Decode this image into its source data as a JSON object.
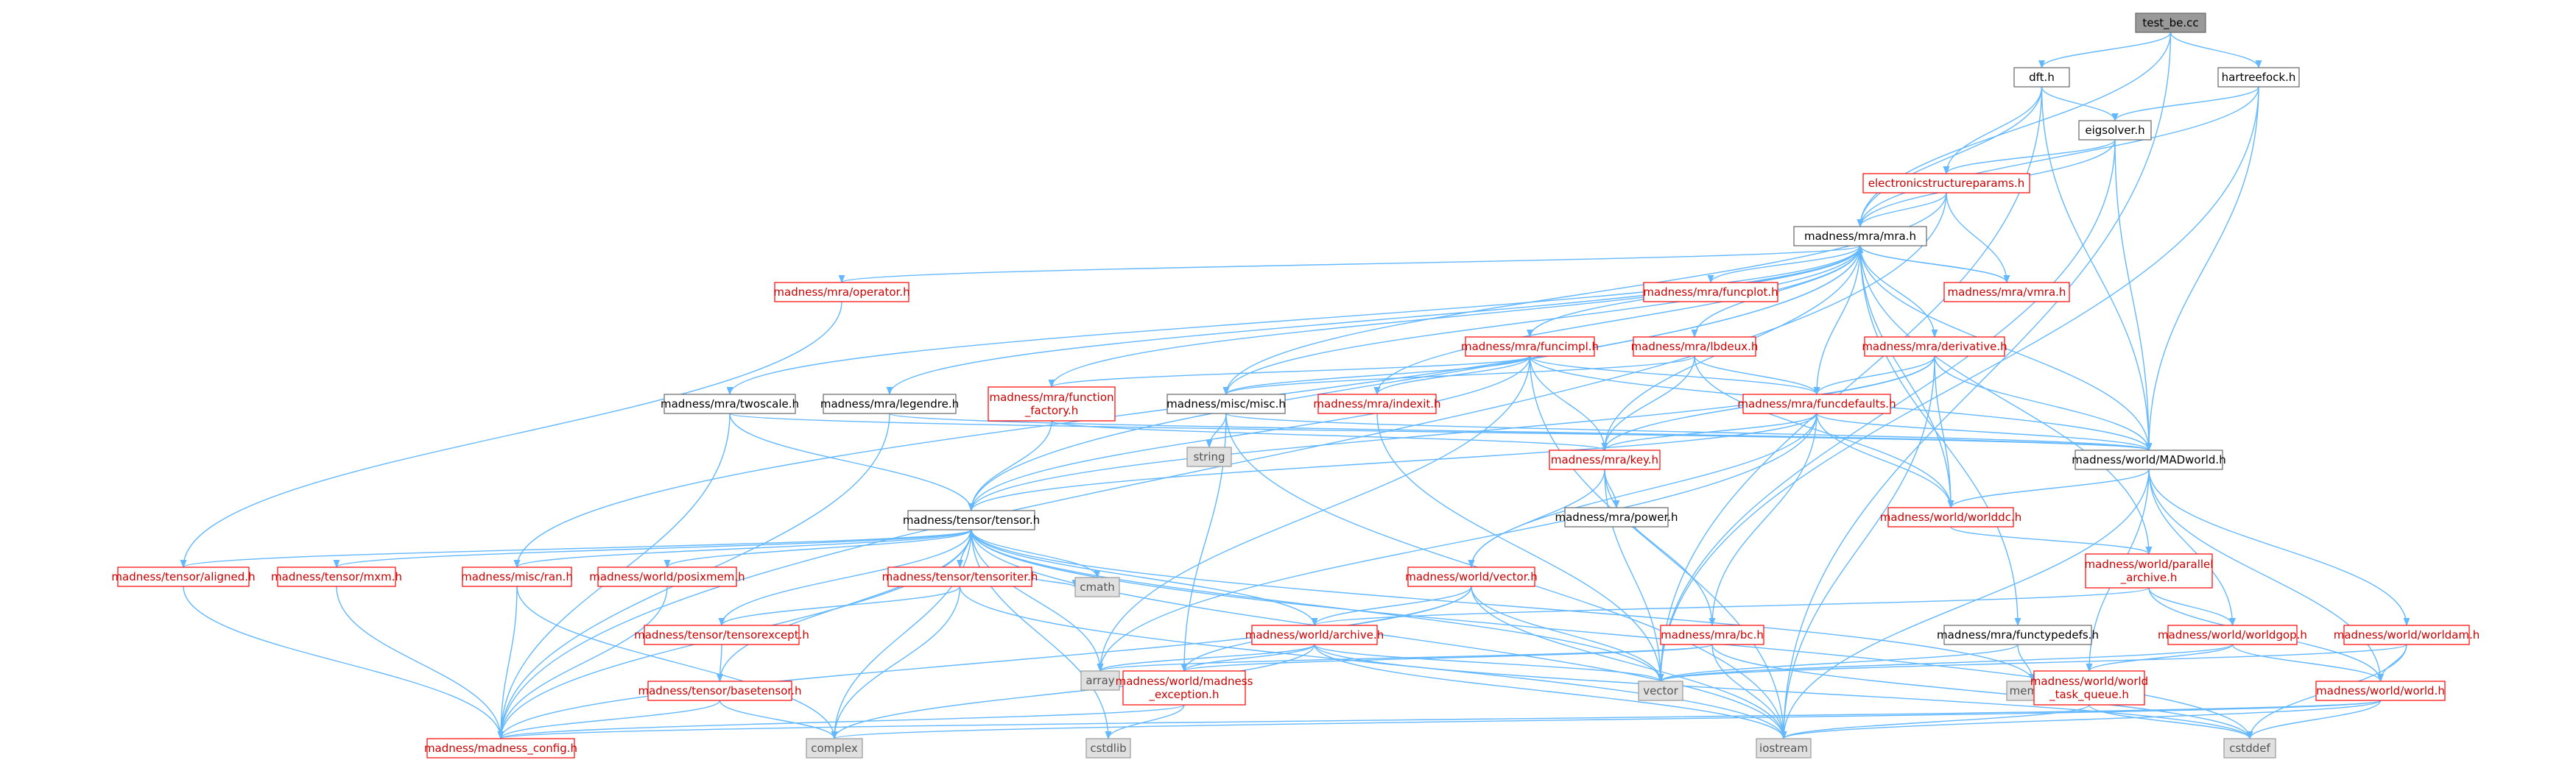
{
  "colors": {
    "edge": "#63b8ff",
    "root_fill": "#999999",
    "root_text": "#000000",
    "doc_fill": "#ffffff",
    "doc_stroke": "#666666",
    "doc_text": "#000000",
    "trunc_fill": "#ffffff",
    "trunc_stroke": "#ff0000",
    "trunc_text": "#cc0000",
    "sys_fill": "#e0e0e0",
    "sys_stroke": "#999999",
    "sys_text": "#555555"
  },
  "nodes": [
    {
      "id": "test_be",
      "lines": [
        "test_be.cc"
      ],
      "kind": "root"
    },
    {
      "id": "dft",
      "lines": [
        "dft.h"
      ],
      "kind": "doc"
    },
    {
      "id": "hartreefock",
      "lines": [
        "hartreefock.h"
      ],
      "kind": "doc"
    },
    {
      "id": "eigsolver",
      "lines": [
        "eigsolver.h"
      ],
      "kind": "doc"
    },
    {
      "id": "ecp",
      "lines": [
        "electronicstructureparams.h"
      ],
      "kind": "trunc"
    },
    {
      "id": "mra",
      "lines": [
        "madness/mra/mra.h"
      ],
      "kind": "doc"
    },
    {
      "id": "operator",
      "lines": [
        "madness/mra/operator.h"
      ],
      "kind": "trunc"
    },
    {
      "id": "funcplot",
      "lines": [
        "madness/mra/funcplot.h"
      ],
      "kind": "trunc"
    },
    {
      "id": "vmra",
      "lines": [
        "madness/mra/vmra.h"
      ],
      "kind": "trunc"
    },
    {
      "id": "funcimpl",
      "lines": [
        "madness/mra/funcimpl.h"
      ],
      "kind": "trunc"
    },
    {
      "id": "lbdeux",
      "lines": [
        "madness/mra/lbdeux.h"
      ],
      "kind": "trunc"
    },
    {
      "id": "derivative",
      "lines": [
        "madness/mra/derivative.h"
      ],
      "kind": "trunc"
    },
    {
      "id": "twoscale",
      "lines": [
        "madness/mra/twoscale.h"
      ],
      "kind": "doc"
    },
    {
      "id": "legendre",
      "lines": [
        "madness/mra/legendre.h"
      ],
      "kind": "doc"
    },
    {
      "id": "funcfactory",
      "lines": [
        "madness/mra/function",
        "_factory.h"
      ],
      "kind": "trunc"
    },
    {
      "id": "miscmisc",
      "lines": [
        "madness/misc/misc.h"
      ],
      "kind": "doc"
    },
    {
      "id": "indexit",
      "lines": [
        "madness/mra/indexit.h"
      ],
      "kind": "trunc"
    },
    {
      "id": "funcdefaults",
      "lines": [
        "madness/mra/funcdefaults.h"
      ],
      "kind": "trunc"
    },
    {
      "id": "string",
      "lines": [
        "string"
      ],
      "kind": "sys"
    },
    {
      "id": "key",
      "lines": [
        "madness/mra/key.h"
      ],
      "kind": "trunc"
    },
    {
      "id": "madworld",
      "lines": [
        "madness/world/MADworld.h"
      ],
      "kind": "doc"
    },
    {
      "id": "power",
      "lines": [
        "madness/mra/power.h"
      ],
      "kind": "doc"
    },
    {
      "id": "worlddc",
      "lines": [
        "madness/world/worlddc.h"
      ],
      "kind": "trunc"
    },
    {
      "id": "tensor",
      "lines": [
        "madness/tensor/tensor.h"
      ],
      "kind": "doc"
    },
    {
      "id": "aligned",
      "lines": [
        "madness/tensor/aligned.h"
      ],
      "kind": "trunc"
    },
    {
      "id": "mxm",
      "lines": [
        "madness/tensor/mxm.h"
      ],
      "kind": "trunc"
    },
    {
      "id": "ran",
      "lines": [
        "madness/misc/ran.h"
      ],
      "kind": "trunc"
    },
    {
      "id": "posixmem",
      "lines": [
        "madness/world/posixmem.h"
      ],
      "kind": "trunc"
    },
    {
      "id": "tensoriter",
      "lines": [
        "madness/tensor/tensoriter.h"
      ],
      "kind": "trunc"
    },
    {
      "id": "cmath",
      "lines": [
        "cmath"
      ],
      "kind": "sys"
    },
    {
      "id": "vector_h",
      "lines": [
        "madness/world/vector.h"
      ],
      "kind": "trunc"
    },
    {
      "id": "parallel",
      "lines": [
        "madness/world/parallel",
        "_archive.h"
      ],
      "kind": "trunc"
    },
    {
      "id": "tensorexcept",
      "lines": [
        "madness/tensor/tensorexcept.h"
      ],
      "kind": "trunc"
    },
    {
      "id": "archive",
      "lines": [
        "madness/world/archive.h"
      ],
      "kind": "trunc"
    },
    {
      "id": "bc",
      "lines": [
        "madness/mra/bc.h"
      ],
      "kind": "trunc"
    },
    {
      "id": "functypedefs",
      "lines": [
        "madness/mra/functypedefs.h"
      ],
      "kind": "doc"
    },
    {
      "id": "worldgop",
      "lines": [
        "madness/world/worldgop.h"
      ],
      "kind": "trunc"
    },
    {
      "id": "worlddam",
      "lines": [
        "madness/world/worldam.h"
      ],
      "kind": "trunc"
    },
    {
      "id": "basetensor",
      "lines": [
        "madness/tensor/basetensor.h"
      ],
      "kind": "trunc"
    },
    {
      "id": "array",
      "lines": [
        "array"
      ],
      "kind": "sys"
    },
    {
      "id": "madexc",
      "lines": [
        "madness/world/madness",
        "_exception.h"
      ],
      "kind": "trunc"
    },
    {
      "id": "vector",
      "lines": [
        "vector"
      ],
      "kind": "sys"
    },
    {
      "id": "memory",
      "lines": [
        "memory"
      ],
      "kind": "sys"
    },
    {
      "id": "taskqueue",
      "lines": [
        "madness/world/world",
        "_task_queue.h"
      ],
      "kind": "trunc"
    },
    {
      "id": "world",
      "lines": [
        "madness/world/world.h"
      ],
      "kind": "trunc"
    },
    {
      "id": "config",
      "lines": [
        "madness/madness_config.h"
      ],
      "kind": "trunc"
    },
    {
      "id": "complex",
      "lines": [
        "complex"
      ],
      "kind": "sys"
    },
    {
      "id": "cstdlib",
      "lines": [
        "cstdlib"
      ],
      "kind": "sys"
    },
    {
      "id": "iostream",
      "lines": [
        "iostream"
      ],
      "kind": "sys"
    },
    {
      "id": "cstddef",
      "lines": [
        "cstddef"
      ],
      "kind": "sys"
    }
  ]
}
